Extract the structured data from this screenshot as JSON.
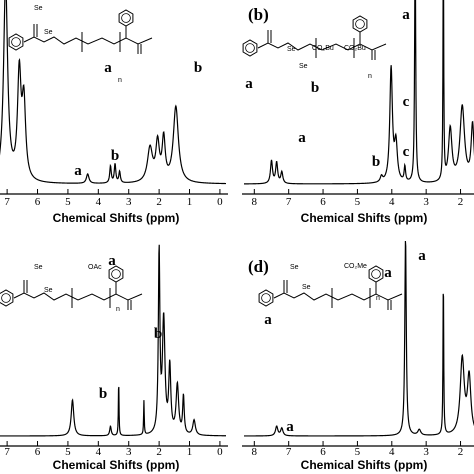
{
  "chart_data": [
    {
      "type": "line",
      "panel_label": "",
      "xlabel": "Chemical Shifts (ppm)",
      "x_ticks": [
        7,
        6,
        5,
        4,
        3,
        2,
        1,
        0
      ],
      "xlim": [
        7.3,
        -0.2
      ],
      "chem_labels": [
        "Se",
        "Se"
      ],
      "n_label": "n",
      "peak_labels": [
        {
          "text": "a",
          "ppm": 4.4,
          "level": 0.26
        },
        {
          "text": "b",
          "ppm": 3.5,
          "level": 0.4
        },
        {
          "text": "a",
          "ppm": 4.0,
          "level": 0.6
        },
        {
          "text": "b",
          "ppm": 1.2,
          "level": 0.6
        }
      ],
      "peaks": [
        {
          "ppm": 7.05,
          "height": 1.05,
          "width": 0.08
        },
        {
          "ppm": 6.6,
          "height": 0.55,
          "width": 0.07
        },
        {
          "ppm": 6.45,
          "height": 0.4,
          "width": 0.07
        },
        {
          "ppm": 4.35,
          "height": 0.05,
          "width": 0.05
        },
        {
          "ppm": 3.6,
          "height": 0.09,
          "width": 0.03
        },
        {
          "ppm": 3.45,
          "height": 0.1,
          "width": 0.03
        },
        {
          "ppm": 3.3,
          "height": 0.06,
          "width": 0.03
        },
        {
          "ppm": 2.3,
          "height": 0.18,
          "width": 0.1
        },
        {
          "ppm": 2.05,
          "height": 0.2,
          "width": 0.07
        },
        {
          "ppm": 1.85,
          "height": 0.22,
          "width": 0.06
        },
        {
          "ppm": 1.45,
          "height": 0.4,
          "width": 0.1
        }
      ]
    },
    {
      "type": "line",
      "panel_label": "(b)",
      "xlabel": "Chemical Shifts (ppm)",
      "x_ticks": [
        8,
        7,
        6,
        5,
        4,
        3,
        2
      ],
      "xlim": [
        8.3,
        1.55
      ],
      "chem_labels": [
        "Se",
        "Se",
        "CO₂Bu",
        "CO₂Bu"
      ],
      "n_label": "n",
      "peak_labels": [
        {
          "text": "a",
          "ppm": 7.45,
          "level": 0.26
        },
        {
          "text": "b",
          "ppm": 4.3,
          "level": 0.13
        },
        {
          "text": "c",
          "ppm": 3.6,
          "level": 0.17
        },
        {
          "text": "a",
          "ppm": 8.0,
          "level": 0.57
        },
        {
          "text": "b",
          "ppm": 5.1,
          "level": 0.52
        },
        {
          "text": "c",
          "ppm": 3.3,
          "level": 0.5
        },
        {
          "text": "a",
          "ppm": 4.0,
          "level": 0.94
        }
      ],
      "peaks": [
        {
          "ppm": 7.5,
          "height": 0.12,
          "width": 0.035
        },
        {
          "ppm": 7.35,
          "height": 0.11,
          "width": 0.035
        },
        {
          "ppm": 7.2,
          "height": 0.06,
          "width": 0.035
        },
        {
          "ppm": 4.3,
          "height": 0.03,
          "width": 0.04
        },
        {
          "ppm": 4.02,
          "height": 0.6,
          "width": 0.045
        },
        {
          "ppm": 3.88,
          "height": 0.2,
          "width": 0.05
        },
        {
          "ppm": 3.62,
          "height": 0.08,
          "width": 0.025
        },
        {
          "ppm": 3.32,
          "height": 1.3,
          "width": 0.018
        },
        {
          "ppm": 2.5,
          "height": 1.3,
          "width": 0.012
        },
        {
          "ppm": 2.3,
          "height": 0.28,
          "width": 0.06
        },
        {
          "ppm": 1.95,
          "height": 0.4,
          "width": 0.08
        },
        {
          "ppm": 1.65,
          "height": 0.3,
          "width": 0.05
        }
      ]
    },
    {
      "type": "line",
      "panel_label": "",
      "xlabel": "Chemical Shifts (ppm)",
      "x_ticks": [
        7,
        6,
        5,
        4,
        3,
        2,
        1,
        0
      ],
      "xlim": [
        7.3,
        -0.2
      ],
      "chem_labels": [
        "Se",
        "Se",
        "OAc"
      ],
      "n_label": "n",
      "peak_labels": [
        {
          "text": "b",
          "ppm": 3.6,
          "level": 0.19
        },
        {
          "text": "a",
          "ppm": 3.3,
          "level": 0.87
        },
        {
          "text": "b",
          "ppm": 1.2,
          "level": 0.64
        }
      ],
      "peaks": [
        {
          "ppm": 4.85,
          "height": 0.19,
          "width": 0.05
        },
        {
          "ppm": 3.6,
          "height": 0.05,
          "width": 0.03
        },
        {
          "ppm": 3.33,
          "height": 0.3,
          "width": 0.012
        },
        {
          "ppm": 2.5,
          "height": 0.18,
          "width": 0.012
        },
        {
          "ppm": 2.0,
          "height": 0.95,
          "width": 0.03
        },
        {
          "ppm": 1.85,
          "height": 0.6,
          "width": 0.05
        },
        {
          "ppm": 1.65,
          "height": 0.35,
          "width": 0.04
        },
        {
          "ppm": 1.4,
          "height": 0.26,
          "width": 0.05
        },
        {
          "ppm": 1.2,
          "height": 0.2,
          "width": 0.03
        },
        {
          "ppm": 0.85,
          "height": 0.08,
          "width": 0.05
        }
      ]
    },
    {
      "type": "line",
      "panel_label": "(d)",
      "xlabel": "Chemical Shifts (ppm)",
      "x_ticks": [
        8,
        7,
        6,
        5,
        4,
        3,
        2
      ],
      "xlim": [
        8.3,
        1.55
      ],
      "chem_labels": [
        "Se",
        "Se",
        "CO₂Me"
      ],
      "n_label": "n",
      "peak_labels": [
        {
          "text": "a",
          "ppm": 7.3,
          "level": 0.1
        },
        {
          "text": "a",
          "ppm": 8.0,
          "level": 0.47
        },
        {
          "text": "a",
          "ppm": 4.0,
          "level": 0.8
        },
        {
          "text": "a",
          "ppm": 3.5,
          "level": 1.05
        }
      ],
      "peaks": [
        {
          "ppm": 7.35,
          "height": 0.05,
          "width": 0.04
        },
        {
          "ppm": 7.2,
          "height": 0.04,
          "width": 0.04
        },
        {
          "ppm": 3.6,
          "height": 1.05,
          "width": 0.025
        },
        {
          "ppm": 3.2,
          "height": 0.03,
          "width": 0.05
        },
        {
          "ppm": 2.5,
          "height": 0.85,
          "width": 0.012
        },
        {
          "ppm": 1.95,
          "height": 0.4,
          "width": 0.07
        },
        {
          "ppm": 1.75,
          "height": 0.3,
          "width": 0.06
        }
      ]
    }
  ]
}
